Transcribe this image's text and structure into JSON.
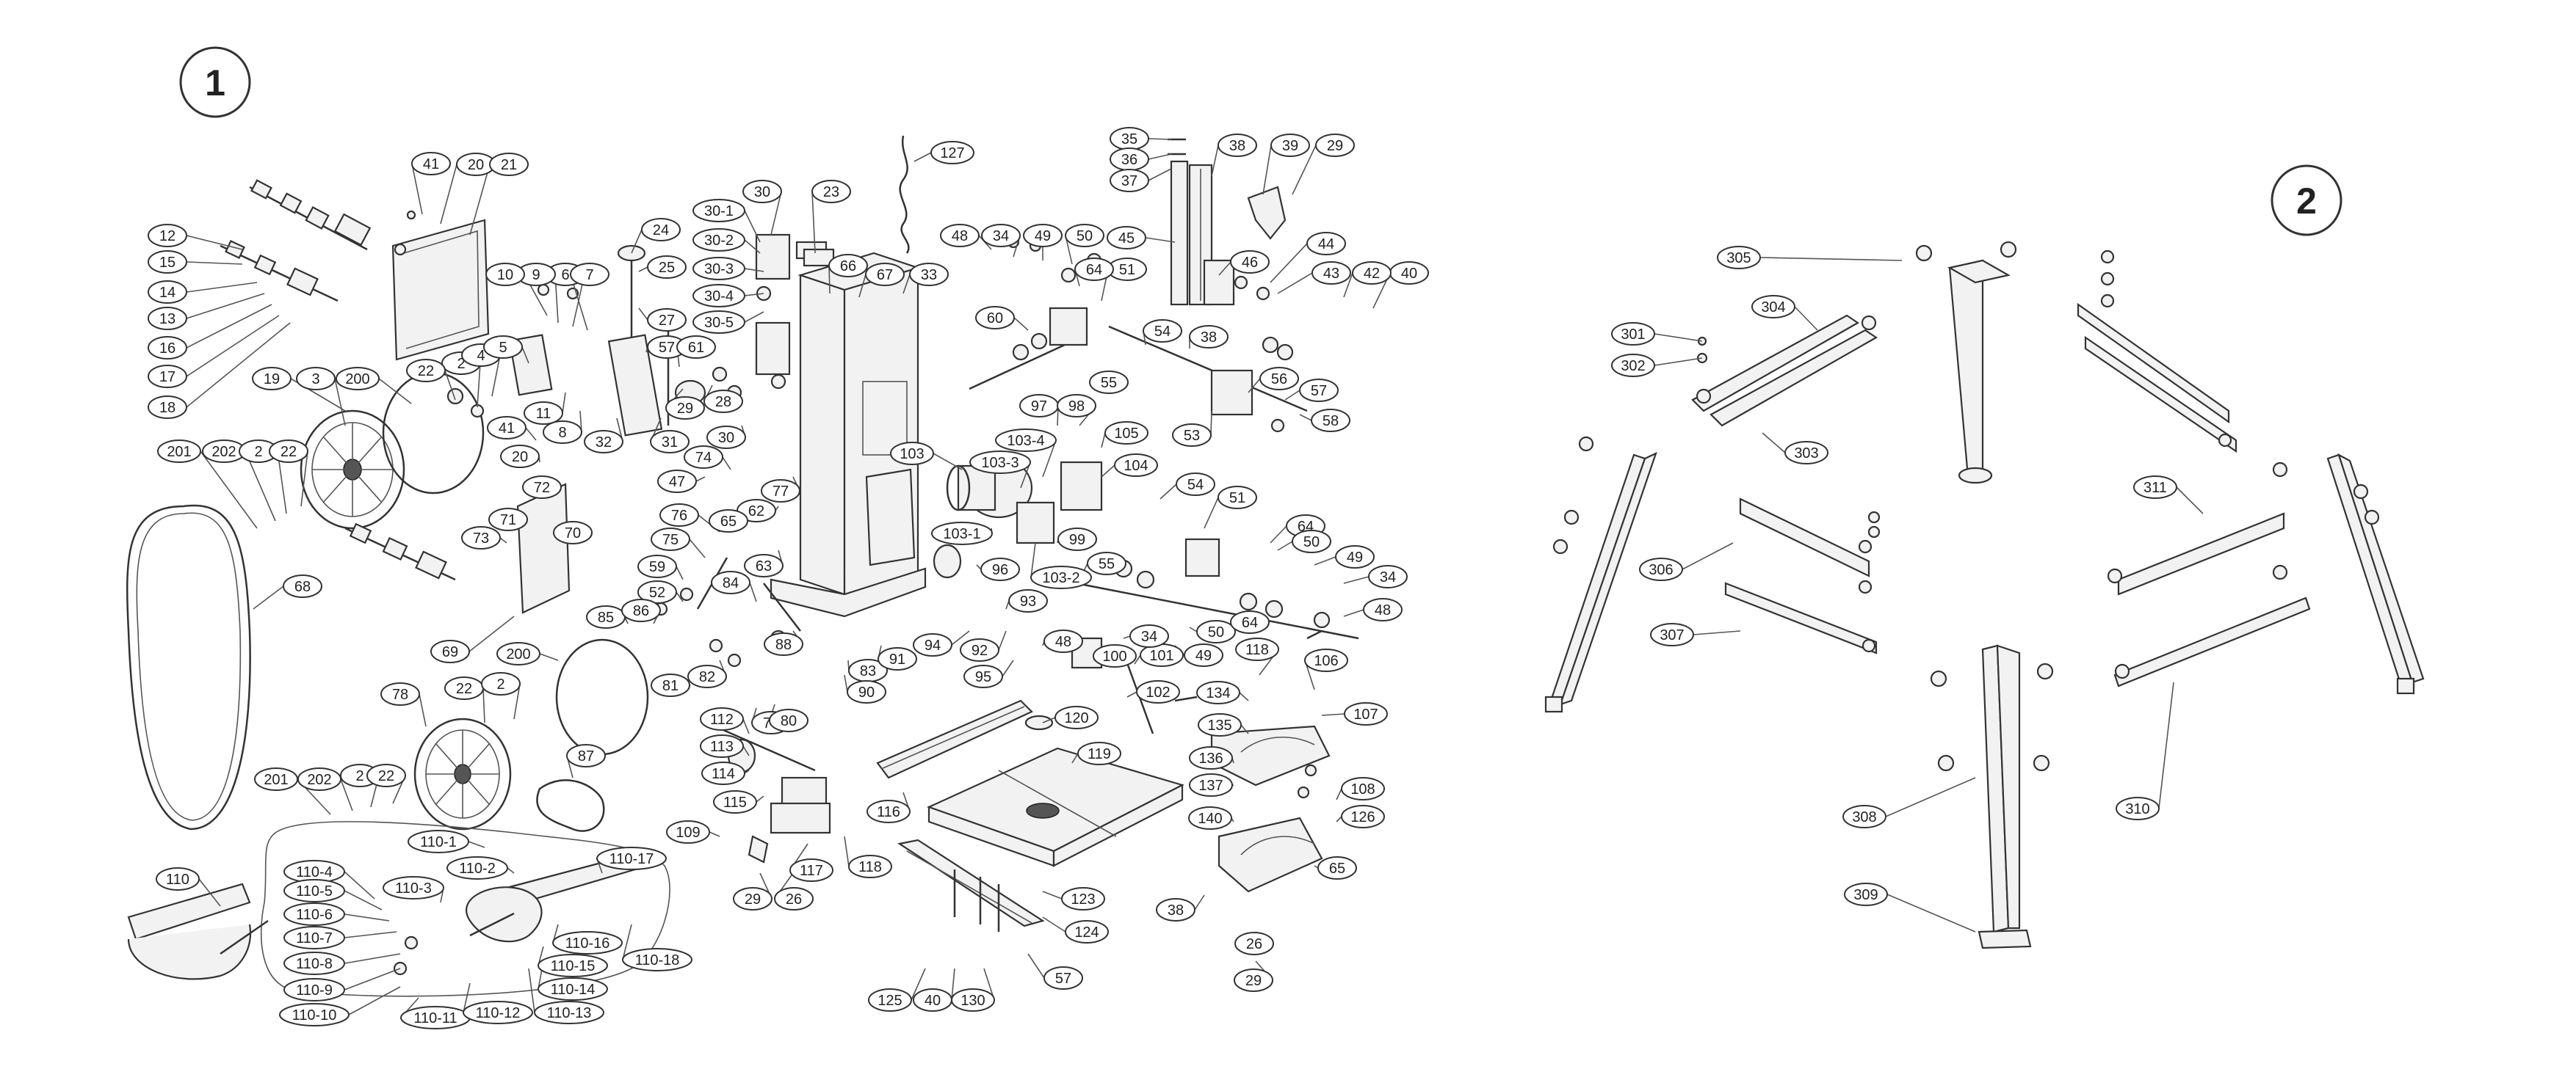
{
  "sections": [
    {
      "id": "1",
      "label": "1"
    },
    {
      "id": "2",
      "label": "2"
    }
  ],
  "parts": [
    "1",
    "2",
    "3",
    "4",
    "5",
    "6",
    "7",
    "8",
    "9",
    "10",
    "11",
    "12",
    "13",
    "14",
    "15",
    "16",
    "17",
    "18",
    "19",
    "20",
    "21",
    "22",
    "23",
    "24",
    "25",
    "26",
    "27",
    "28",
    "29",
    "30",
    "30-1",
    "30-2",
    "30-3",
    "30-4",
    "30-5",
    "31",
    "32",
    "33",
    "34",
    "35",
    "36",
    "37",
    "38",
    "39",
    "40",
    "41",
    "42",
    "43",
    "44",
    "45",
    "46",
    "47",
    "48",
    "49",
    "50",
    "51",
    "52",
    "53",
    "54",
    "55",
    "56",
    "57",
    "58",
    "59",
    "60",
    "61",
    "62",
    "63",
    "64",
    "65",
    "66",
    "67",
    "68",
    "69",
    "70",
    "71",
    "72",
    "73",
    "74",
    "75",
    "76",
    "77",
    "78",
    "79",
    "80",
    "81",
    "82",
    "83",
    "84",
    "85",
    "86",
    "87",
    "88",
    "90",
    "91",
    "92",
    "93",
    "94",
    "95",
    "96",
    "97",
    "98",
    "99",
    "100",
    "101",
    "102",
    "103",
    "103-1",
    "103-2",
    "103-3",
    "103-4",
    "104",
    "105",
    "106",
    "107",
    "108",
    "109",
    "110",
    "110-1",
    "110-2",
    "110-3",
    "110-4",
    "110-5",
    "110-6",
    "110-7",
    "110-8",
    "110-9",
    "110-10",
    "110-11",
    "110-12",
    "110-13",
    "110-14",
    "110-15",
    "110-16",
    "110-17",
    "110-18",
    "112",
    "113",
    "114",
    "115",
    "116",
    "117",
    "118",
    "119",
    "120",
    "123",
    "124",
    "125",
    "126",
    "127",
    "130",
    "134",
    "135",
    "136",
    "137",
    "140",
    "200",
    "201",
    "202",
    "301",
    "302",
    "303",
    "304",
    "305",
    "306",
    "307",
    "308",
    "309",
    "310",
    "311"
  ]
}
